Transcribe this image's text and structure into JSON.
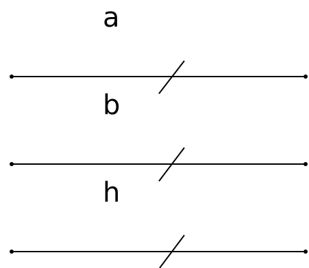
{
  "labels": {
    "a": "a",
    "b": "b",
    "h": "h"
  },
  "colors": {
    "stroke": "#000000",
    "background": "#ffffff"
  }
}
